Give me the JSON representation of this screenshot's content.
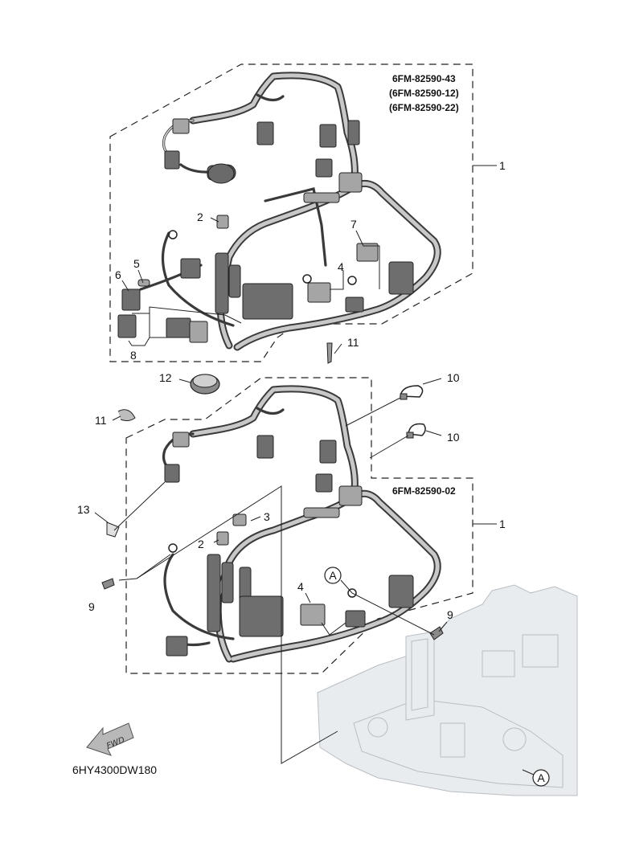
{
  "upper_assembly": {
    "part_numbers": [
      "6FM-82590-43",
      "(6FM-82590-12)",
      "(6FM-82590-22)"
    ]
  },
  "lower_assembly": {
    "part_number": "6FM-82590-02"
  },
  "callouts": {
    "c1_upper": "1",
    "c2_upper": "2",
    "c4_upper": "4",
    "c5": "5",
    "c6": "6",
    "c7": "7",
    "c8": "8",
    "c11_a": "11",
    "c12": "12",
    "c10_a": "10",
    "c11_b": "11",
    "c10_b": "10",
    "c1_lower": "1",
    "c13": "13",
    "c3": "3",
    "c2_lower": "2",
    "c9_left": "9",
    "c4_lower": "4",
    "c9_right": "9"
  },
  "reference_markers": {
    "ref_a_harness": "A",
    "ref_a_block": "A"
  },
  "fwd_arrow_label": "FWD",
  "figure_code": "6HY4300DW180"
}
